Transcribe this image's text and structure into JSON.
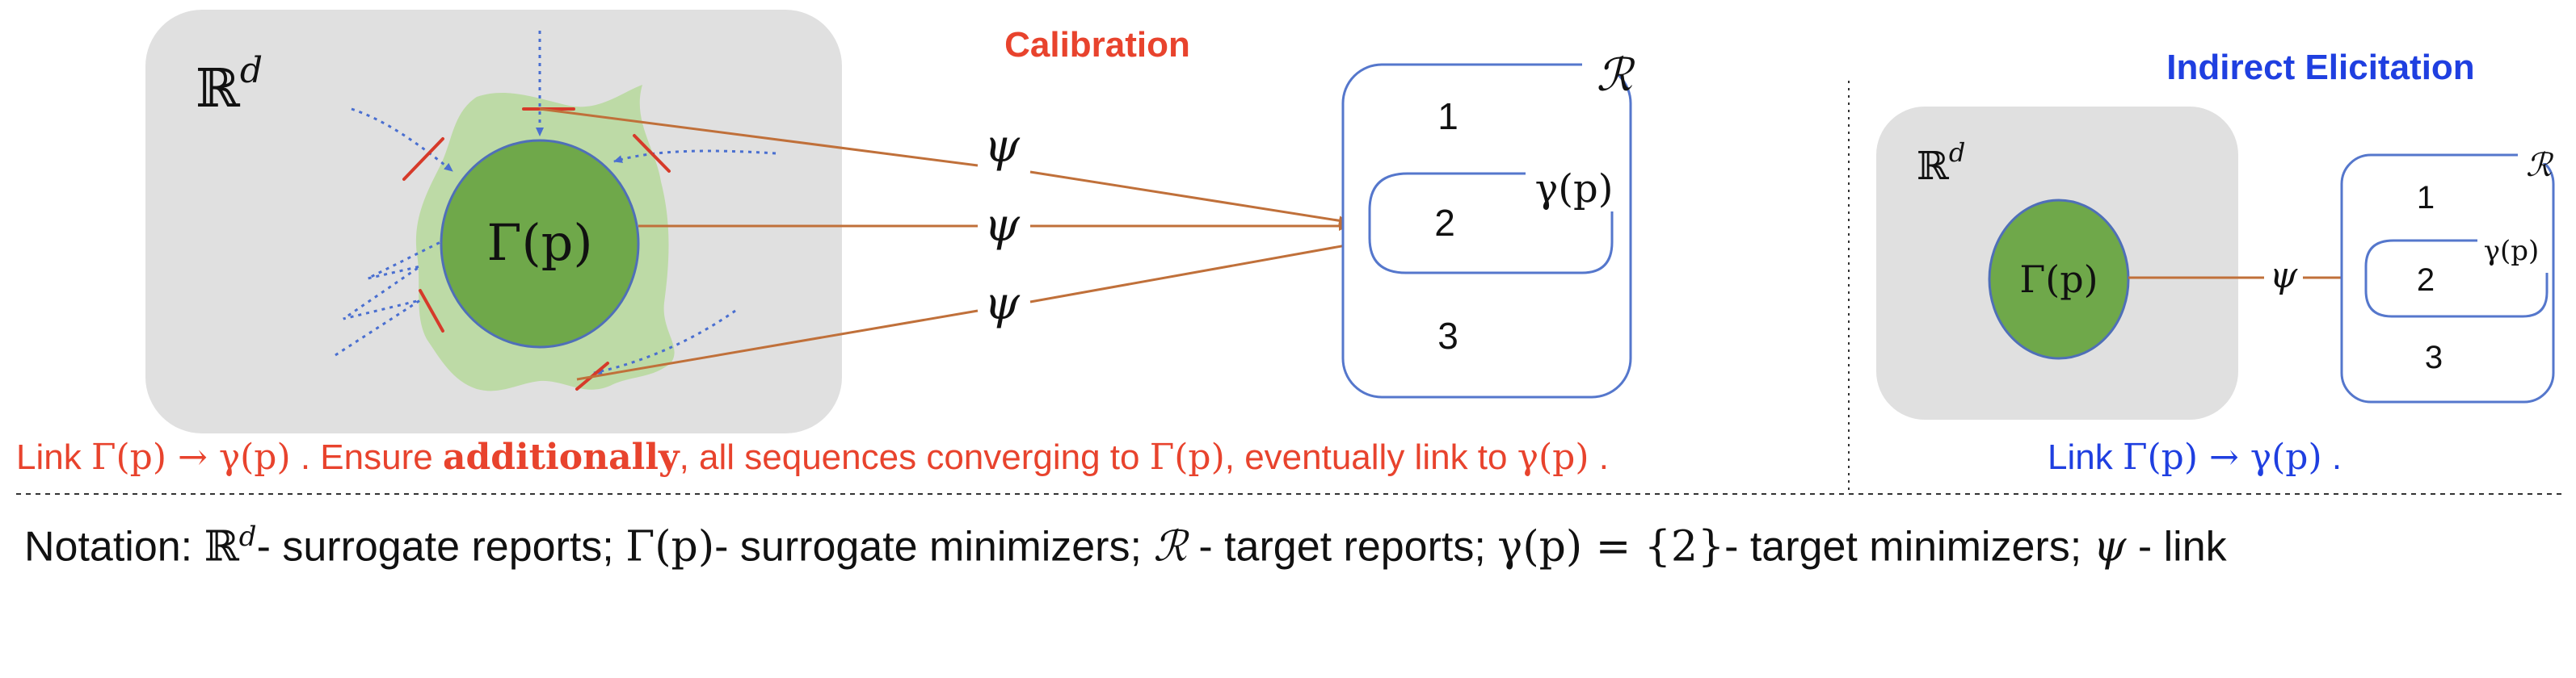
{
  "colors": {
    "red": "#e8432d",
    "blue": "#1f3fe0",
    "brown": "#c0703a",
    "box_stroke": "#5577cc",
    "panel_gray": "#e0e0e0",
    "blob_light": "#b9d9a0",
    "ellipse_green": "#6fa84a",
    "arrow_blue": "#4a6fd0",
    "tick_red": "#d63a2a"
  },
  "calibration": {
    "title": "Calibration",
    "surrogate_space": "ℝ",
    "surrogate_space_sup": "d",
    "minimizer": "Γ(p)",
    "target_space": "ℛ",
    "target_minimizer": "γ(p)",
    "link": "ψ",
    "reports": [
      "1",
      "2",
      "3"
    ],
    "caption": {
      "part1": "Link ",
      "math1": "Γ(p) → γ(p)",
      "part2": " . Ensure ",
      "bold": "additionally",
      "part3": ", all sequences converging to ",
      "math2": "Γ(p)",
      "part4": ",  eventually link to ",
      "math3": "γ(p)",
      "part5": " ."
    }
  },
  "indirect_elicitation": {
    "title": "Indirect Elicitation",
    "surrogate_space": "ℝ",
    "surrogate_space_sup": "d",
    "minimizer": "Γ(p)",
    "target_space": "ℛ",
    "target_minimizer": "γ(p)",
    "link": "ψ",
    "reports": [
      "1",
      "2",
      "3"
    ],
    "caption": {
      "part1": "Link ",
      "math1": "Γ(p) → γ(p)",
      "part2": " ."
    }
  },
  "notation": {
    "prefix": "Notation: ",
    "surr_reports_sym": "ℝ",
    "surr_reports_sup": "d",
    "surr_reports_text": "- surrogate reports; ",
    "surr_min_sym": "Γ(p)",
    "surr_min_text": "- surrogate minimizers; ",
    "target_reports_sym": "ℛ",
    "target_reports_text": " - target reports; ",
    "target_min_sym": "γ(p) = {2}",
    "target_min_text": "- target minimizers; ",
    "link_sym": "ψ",
    "link_text": " - link"
  }
}
